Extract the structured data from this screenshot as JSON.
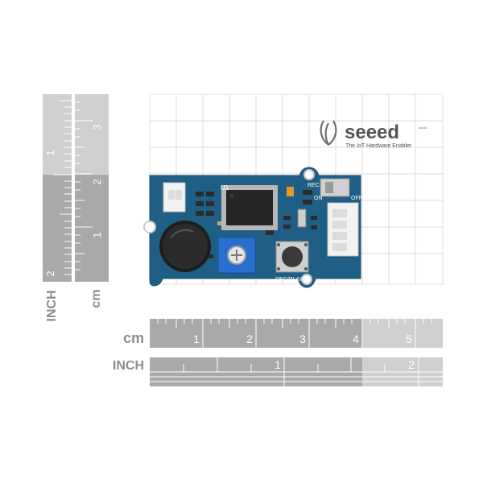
{
  "logo": {
    "brand": "seeed",
    "tagline": "The IoT Hardware Enabler",
    "superscript": "studio"
  },
  "rulers": {
    "horizontal_cm": {
      "unit_label": "cm",
      "ticks": [
        "1",
        "2",
        "3",
        "4",
        "5"
      ]
    },
    "horizontal_inch": {
      "unit_label": "INCH",
      "ticks": [
        "1",
        "2"
      ]
    },
    "vertical_cm": {
      "unit_label": "cm",
      "ticks": [
        "1",
        "2",
        "3"
      ]
    },
    "vertical_inch": {
      "unit_label": "INCH",
      "ticks": [
        "1",
        "2"
      ]
    }
  },
  "board": {
    "silkscreen": {
      "u1": "U1",
      "rec": "REC",
      "on": "ON",
      "off": "OFF",
      "button": "REC/PLAY"
    }
  },
  "colors": {
    "pcb": "#1f5f86",
    "grid": "#d9d9d9",
    "ruler_dark": "#a9a9a9",
    "ruler_light": "#cfcfcf",
    "ruler_text": "#ffffff",
    "unit_text": "#8c8c8c",
    "potentiometer": "#2a6fcf"
  }
}
